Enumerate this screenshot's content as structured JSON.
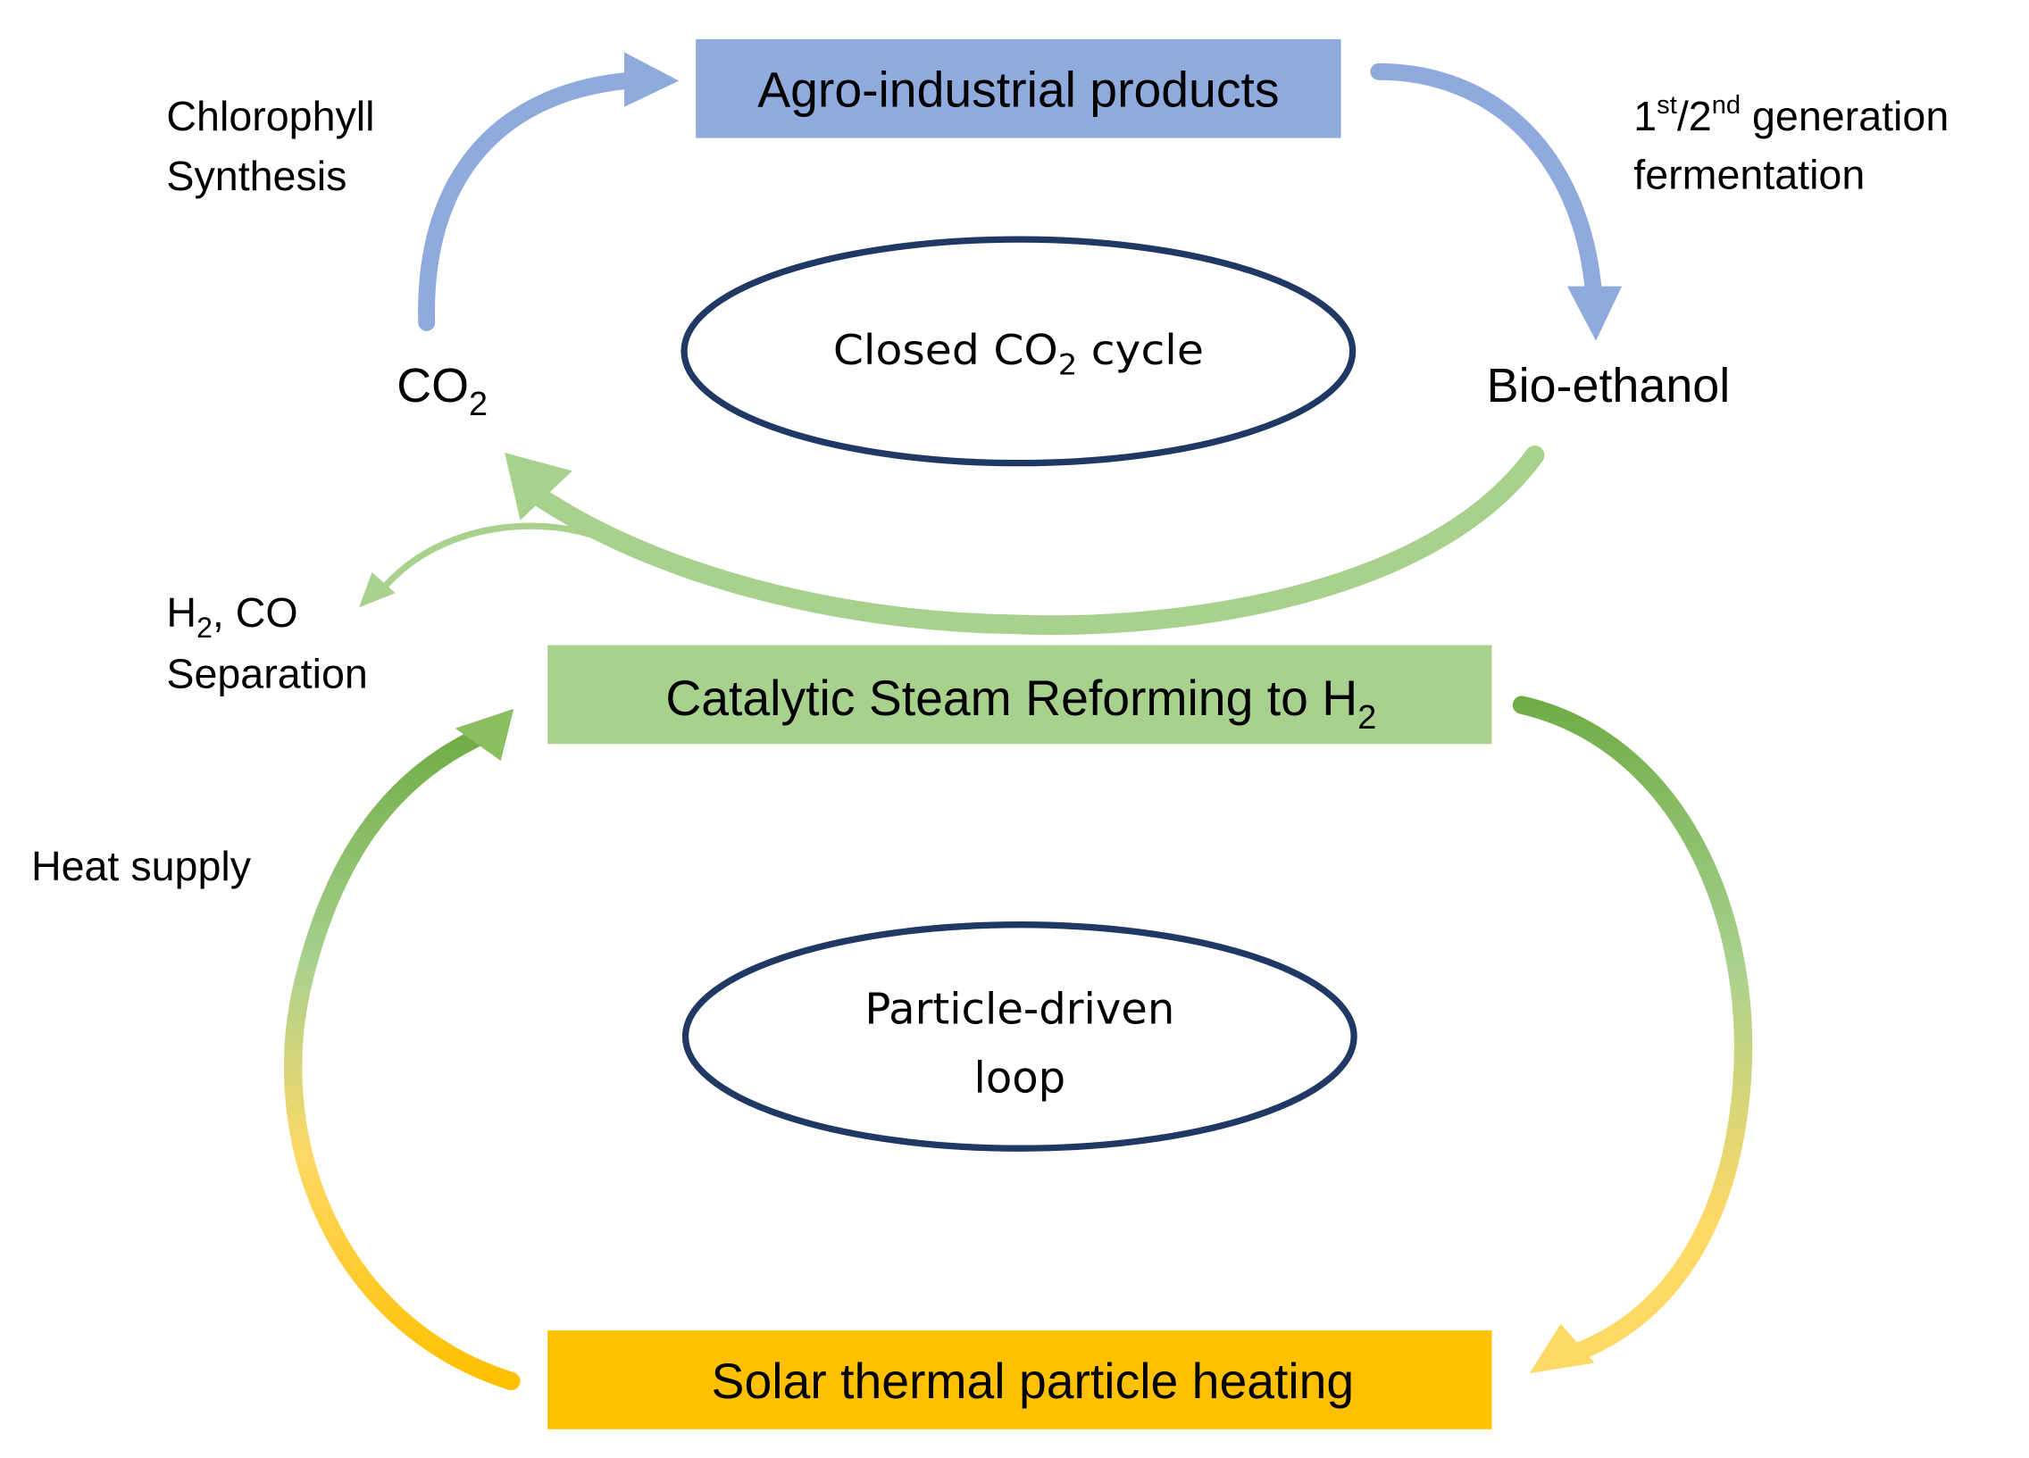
{
  "colors": {
    "blue": "#8faadc",
    "green": "#a9d18e",
    "dark_green": "#70ad47",
    "yellow": "#ffc000",
    "ellipse": "#1f3864"
  },
  "boxes": {
    "agro": "Agro-industrial products",
    "reforming": "Catalytic Steam Reforming to H",
    "reforming_sub": "2",
    "solar": "Solar thermal particle heating"
  },
  "labels": {
    "chlorophyll_1": "Chlorophyll",
    "chlorophyll_2": "Synthesis",
    "gen_1": "1",
    "gen_st": "st",
    "gen_slash": "/2",
    "gen_nd": "nd",
    "gen_rest": " generation",
    "gen_2": "fermentation",
    "co2": "CO",
    "co2_sub": "2",
    "bioethanol": "Bio-ethanol",
    "h2co_1": "H",
    "h2co_sub": "2",
    "h2co_rest": ", CO",
    "h2co_2": "Separation",
    "heat": "Heat supply"
  },
  "ellipses": {
    "closed_1": "Closed CO",
    "closed_sub": "2",
    "closed_2": " cycle",
    "loop_1": "Particle-driven",
    "loop_2": "loop"
  }
}
